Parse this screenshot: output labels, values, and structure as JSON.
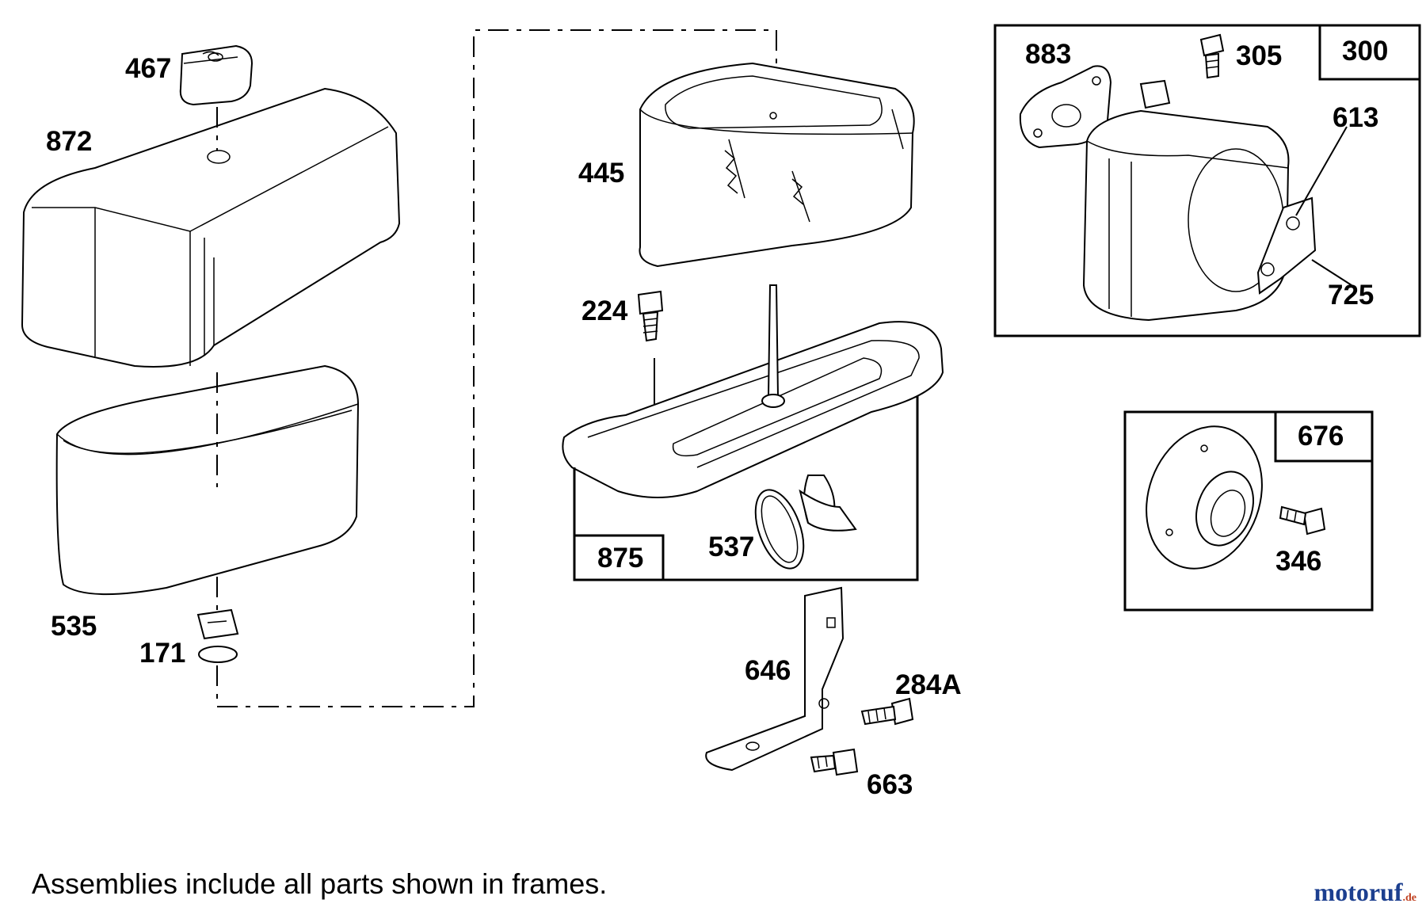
{
  "parts": [
    {
      "id": "p467",
      "label": "467"
    },
    {
      "id": "p872",
      "label": "872"
    },
    {
      "id": "p535",
      "label": "535"
    },
    {
      "id": "p171",
      "label": "171"
    },
    {
      "id": "p445",
      "label": "445"
    },
    {
      "id": "p224",
      "label": "224"
    },
    {
      "id": "p537",
      "label": "537"
    },
    {
      "id": "p646",
      "label": "646"
    },
    {
      "id": "p284A",
      "label": "284A"
    },
    {
      "id": "p663",
      "label": "663"
    },
    {
      "id": "p883",
      "label": "883"
    },
    {
      "id": "p305",
      "label": "305"
    },
    {
      "id": "p613",
      "label": "613"
    },
    {
      "id": "p725",
      "label": "725"
    },
    {
      "id": "p346",
      "label": "346"
    }
  ],
  "frames": [
    {
      "id": "f300",
      "label": "300"
    },
    {
      "id": "f875",
      "label": "875"
    },
    {
      "id": "f676",
      "label": "676"
    }
  ],
  "footnote": "Assemblies include all parts shown in frames.",
  "watermark": {
    "main": "motoruf",
    "tld": ".de"
  }
}
